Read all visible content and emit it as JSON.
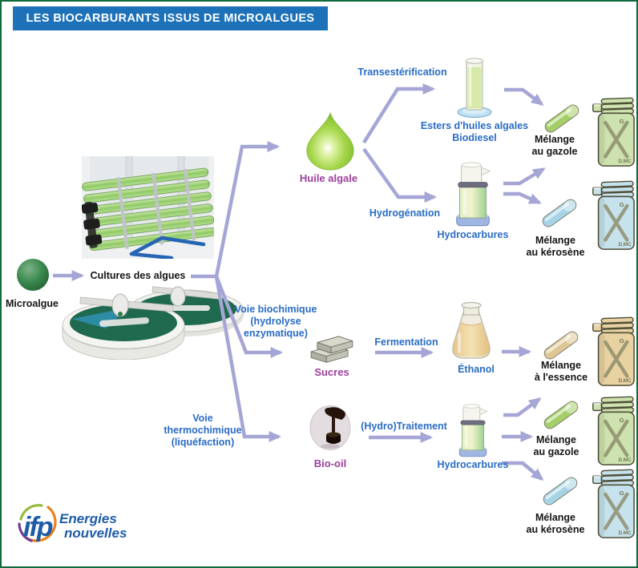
{
  "title": "LES BIOCARBURANTS ISSUS DE MICROALGUES",
  "colors": {
    "banner": "#1d71b8",
    "border": "#0f6b3c",
    "arrow": "#a6a6d6",
    "process_text": "#2a6cc5",
    "product_text": "#9d3f9d"
  },
  "source": {
    "microalgue": "Microalgue",
    "cultures": "Cultures des algues"
  },
  "routes": {
    "huile": {
      "product": "Huile algale",
      "transesterification": "Transestérification",
      "esters": "Esters d'huiles algales\nBiodiesel",
      "hydrogenation": "Hydrogénation",
      "hydrocarbures": "Hydrocarbures"
    },
    "biochimique": {
      "voie": "Voie biochimique\n(hydrolyse\nenzymatique)",
      "sucres": "Sucres",
      "fermentation": "Fermentation",
      "ethanol": "Éthanol"
    },
    "thermochimique": {
      "voie": "Voie\nthermochimique\n(liquéfaction)",
      "bio_oil": "Bio-oil",
      "traitement": "(Hydro)Traitement",
      "hydrocarbures": "Hydrocarbures"
    }
  },
  "blends": {
    "gazole_top": "Mélange\nau gazole",
    "kerosene_top": "Mélange\nau kérosène",
    "essence": "Mélange\nà l'essence",
    "gazole_bottom": "Mélange\nau gazole",
    "kerosene_bottom": "Mélange\nau kérosène"
  },
  "jerrycan_markings": {
    "top": "G",
    "bottom": "D.MC"
  },
  "logo": {
    "ifp": "ifp",
    "line1": "Energies",
    "line2": "nouvelles"
  }
}
